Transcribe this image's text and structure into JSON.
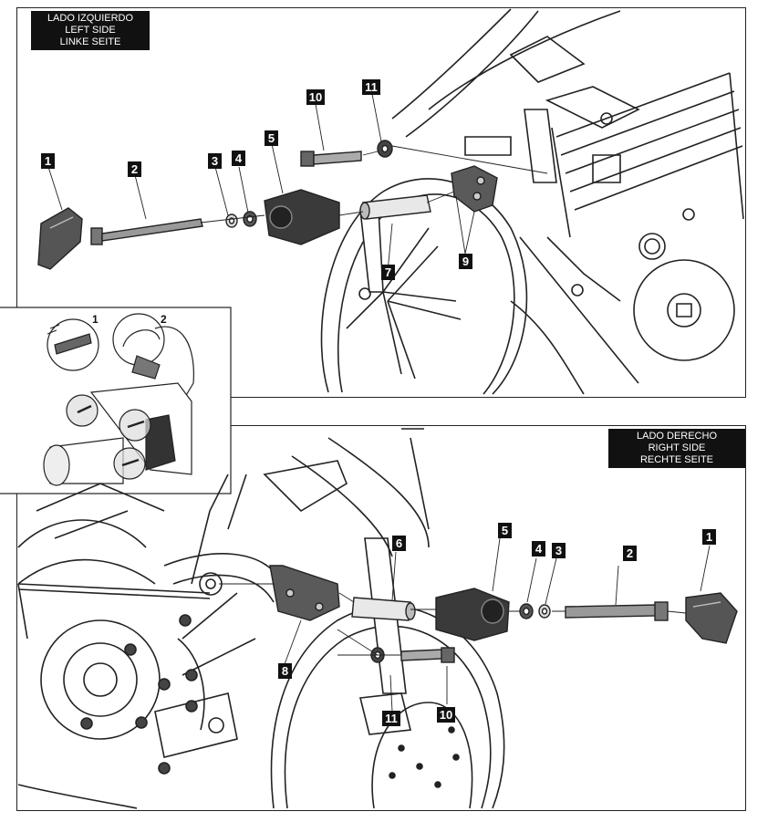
{
  "top_panel": {
    "side_title": [
      "LADO IZQUIERDO",
      "LEFT SIDE",
      "LINKE SEITE"
    ]
  },
  "bottom_panel": {
    "side_title": [
      "LADO DERECHO",
      "RIGHT SIDE",
      "RECHTE SEITE"
    ]
  },
  "detail_inset": {
    "step_1": "1",
    "step_2": "2"
  },
  "callouts_top": {
    "c1": "1",
    "c2": "2",
    "c3": "3",
    "c4": "4",
    "c5": "5",
    "c7": "7",
    "c9": "9",
    "c10": "10",
    "c11": "11"
  },
  "callouts_bottom": {
    "c1": "1",
    "c2": "2",
    "c3": "3",
    "c4": "4",
    "c5": "5",
    "c6": "6",
    "c8": "8",
    "c10": "10",
    "c11": "11"
  },
  "colors": {
    "label_bg": "#111111",
    "line": "#222222",
    "part_dark": "#3a3a3a",
    "part_mid": "#8a8a8a"
  }
}
